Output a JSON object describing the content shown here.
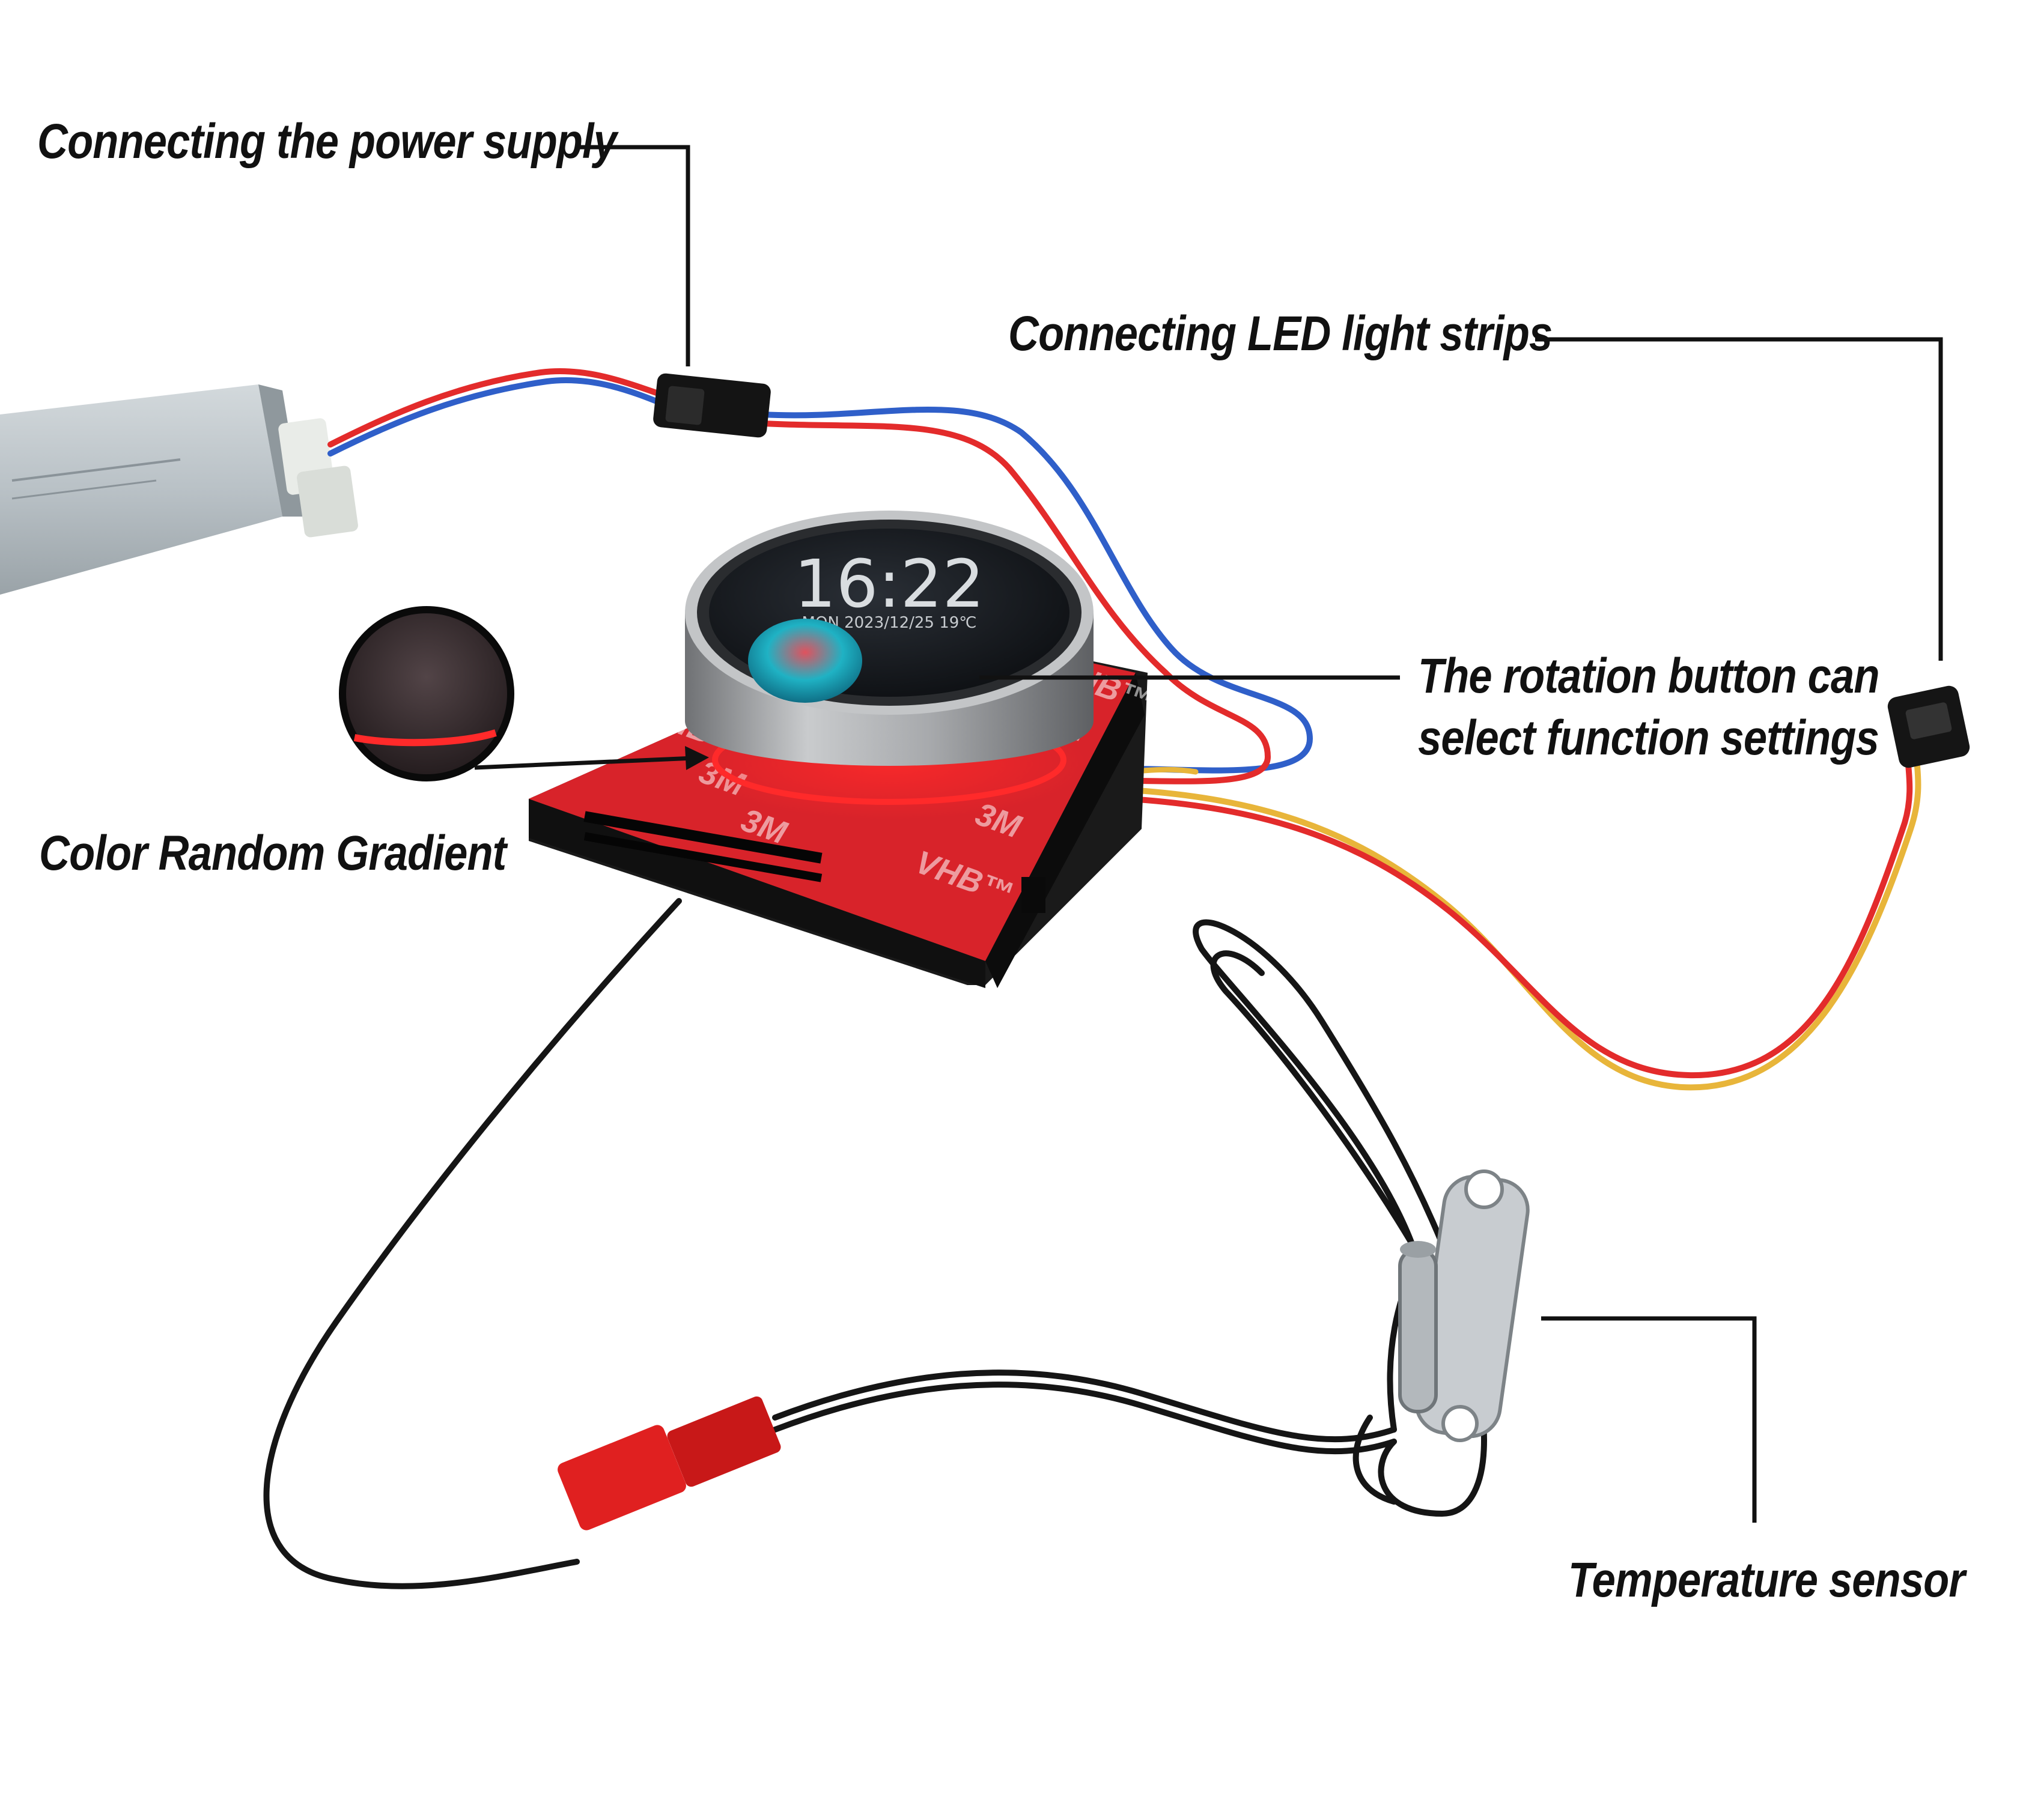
{
  "annotations": {
    "power_supply": "Connecting the power supply",
    "led_strips": "Connecting LED light strips",
    "rotation_button_line1": "The rotation button can",
    "rotation_button_line2": "select function settings",
    "color_gradient": "Color Random Gradient",
    "temperature_sensor": "Temperature sensor"
  },
  "device_screen": {
    "time": "16:22",
    "date_line": "MON 2023/12/25 19℃"
  },
  "adhesive_marks": [
    "VHB™",
    "3M"
  ],
  "colors": {
    "adhesive_red": "#d8232a",
    "device_body": "#1a1a1a",
    "knob_silver": "#a7a9ac",
    "wire_red": "#e32b2b",
    "wire_blue": "#2f5fc9",
    "wire_black": "#151515",
    "wire_yellow": "#e8b53a",
    "connector_red": "#e02020",
    "power_supply_grey": "#b9c1c6",
    "ring_glow": "#ff2a2a",
    "screen_teal": "#1fb2c4"
  }
}
